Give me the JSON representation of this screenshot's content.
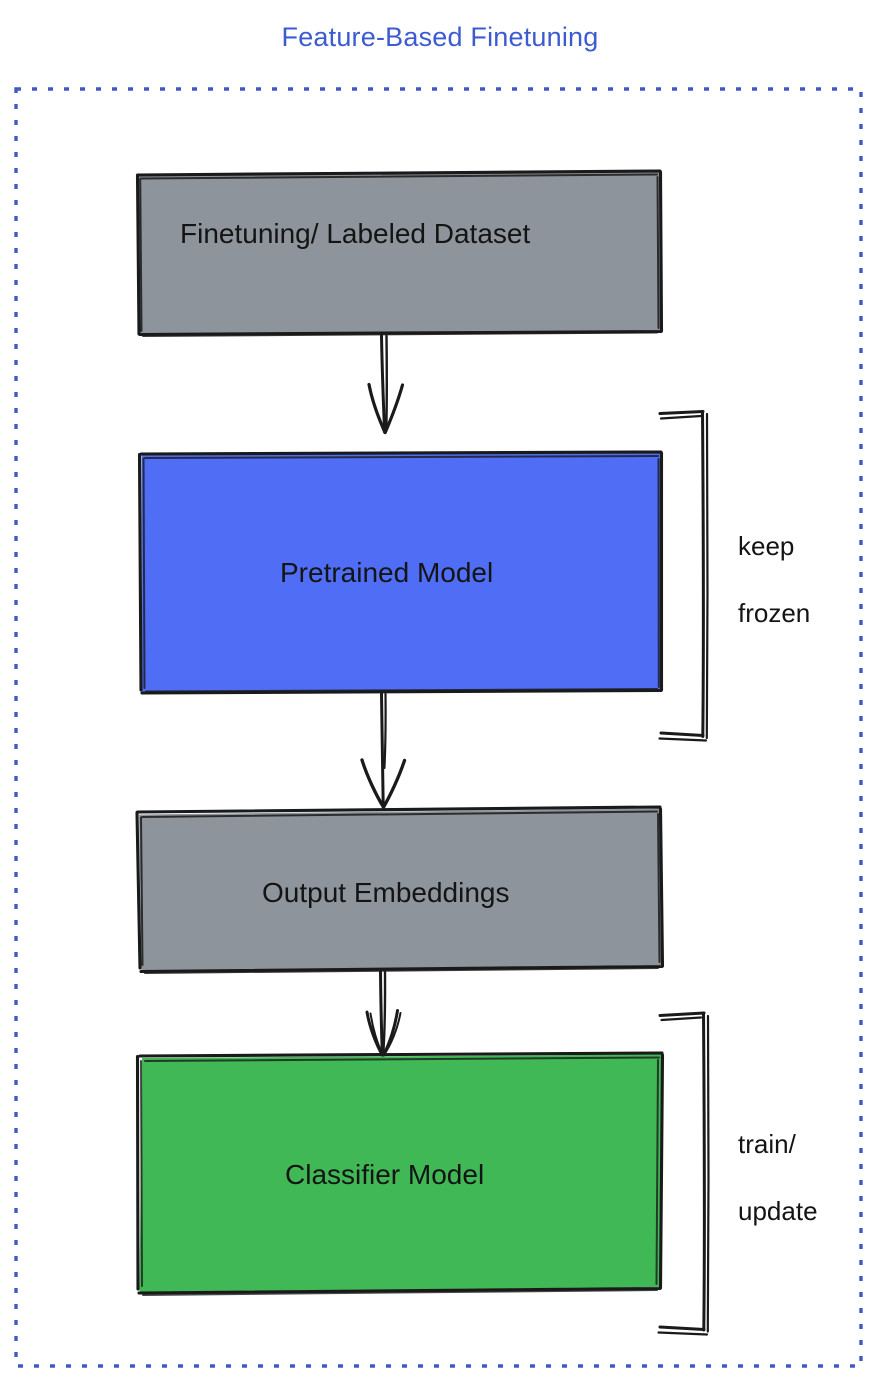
{
  "title": "Feature-Based Finetuning",
  "colors": {
    "title": "#3c5bd0",
    "border_dashed": "#4059c8",
    "gray_fill": "#8d949b",
    "blue_fill": "#4f6ef5",
    "green_fill": "#40b856",
    "stroke": "#1a1a1a",
    "text": "#141414",
    "background": "#ffffff"
  },
  "container": {
    "name": "feature-based-finetuning-frame",
    "border_style": "dashed"
  },
  "nodes": [
    {
      "id": "dataset",
      "label": "Finetuning/ Labeled Dataset",
      "fill": "#8d949b",
      "shape": "rectangle"
    },
    {
      "id": "pretrained",
      "label": "Pretrained Model",
      "fill": "#4f6ef5",
      "shape": "rectangle"
    },
    {
      "id": "embeddings",
      "label": "Output Embeddings",
      "fill": "#8d949b",
      "shape": "rectangle"
    },
    {
      "id": "classifier",
      "label": "Classifier Model",
      "fill": "#40b856",
      "shape": "rectangle"
    }
  ],
  "edges": [
    {
      "id": "edge-dataset-pretrained",
      "from": "dataset",
      "to": "pretrained",
      "label": ""
    },
    {
      "id": "edge-pretrained-embeddings",
      "from": "pretrained",
      "to": "embeddings",
      "label": ""
    },
    {
      "id": "edge-embeddings-classifier",
      "from": "embeddings",
      "to": "classifier",
      "label": ""
    }
  ],
  "annotations": [
    {
      "id": "keep-frozen",
      "label": "keep\nfrozen",
      "line1": "keep",
      "line2": "frozen",
      "targets": [
        "pretrained"
      ]
    },
    {
      "id": "train-update",
      "label": "train/\nupdate",
      "line1": "train/",
      "line2": "update",
      "targets": [
        "classifier"
      ]
    }
  ]
}
